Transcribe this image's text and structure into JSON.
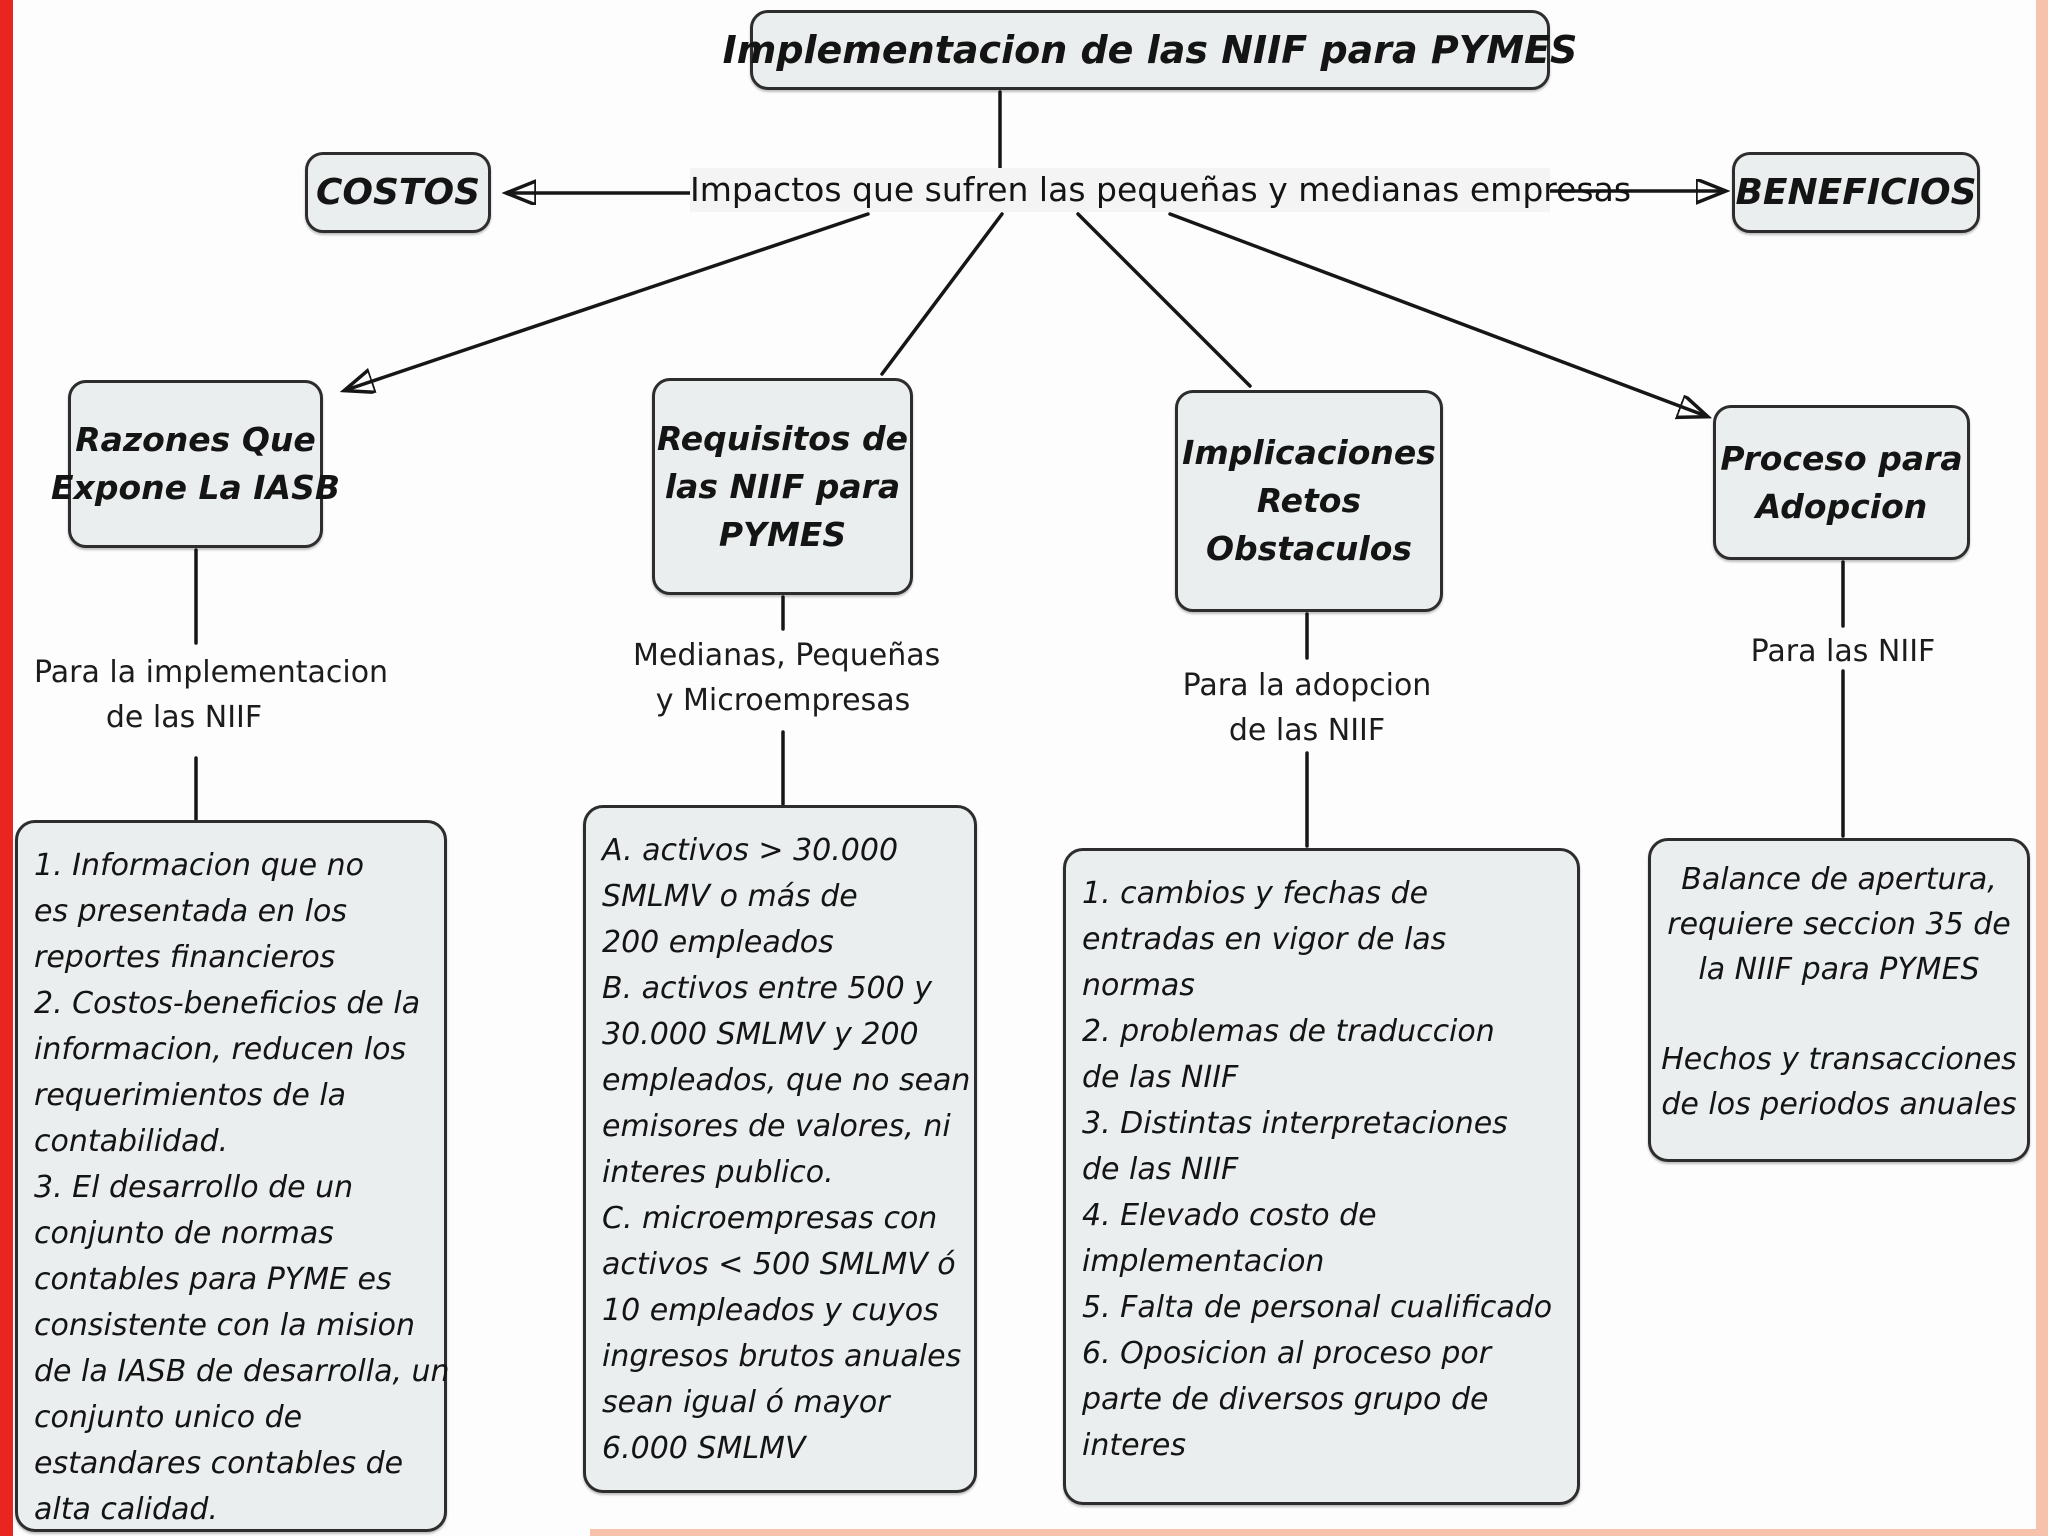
{
  "colors": {
    "left_strip": "#e8251f",
    "right_strip": "#f6c2ab",
    "node_fill": "#eaeeee",
    "node_border": "#2d2d2d",
    "text": "#141414"
  },
  "title": {
    "label": "Implementacion de las NIIF para PYMES"
  },
  "impact_phrase": {
    "label": "Impactos que sufren las pequeñas y medianas empresas"
  },
  "costos": {
    "label": "COSTOS"
  },
  "beneficios": {
    "label": "BENEFICIOS"
  },
  "branches": [
    {
      "id": "razones",
      "header": "Razones Que\nExpone La IASB",
      "subtitle": "Para la implementacion\nde las NIIF",
      "detail": "1. Informacion que no\nes presentada en los\nreportes financieros\n2. Costos-beneficios de la\ninformacion, reducen los\nrequerimientos de la\ncontabilidad.\n3. El desarrollo de un\nconjunto de normas\ncontables para PYME es\nconsistente con la mision\nde la IASB de desarrolla, un\nconjunto unico de\nestandares contables de\nalta calidad."
    },
    {
      "id": "requisitos",
      "header": "Requisitos de\nlas NIIF para\nPYMES",
      "subtitle": "Medianas, Pequeñas\ny Microempresas",
      "detail": "A. activos > 30.000\nSMLMV o más de\n200 empleados\nB. activos entre 500 y\n30.000 SMLMV y 200\nempleados, que no sean\nemisores de valores, ni\ninteres publico.\nC. microempresas con\nactivos < 500 SMLMV ó\n10 empleados y cuyos\ningresos brutos anuales\nsean igual ó mayor\n6.000 SMLMV"
    },
    {
      "id": "implicaciones",
      "header": "Implicaciones\nRetos\nObstaculos",
      "subtitle": "Para la adopcion\nde las NIIF",
      "detail": "1. cambios y fechas de\nentradas en vigor de las\nnormas\n2. problemas de traduccion\nde las NIIF\n3. Distintas interpretaciones\nde las NIIF\n4. Elevado costo de\nimplementacion\n5. Falta de personal cualificado\n6. Oposicion al proceso por\nparte de diversos grupo de\ninteres"
    },
    {
      "id": "proceso",
      "header": "Proceso para\nAdopcion",
      "subtitle": "Para las NIIF",
      "detail": "Balance de apertura,\nrequiere seccion 35 de\nla NIIF para PYMES\n\nHechos y transacciones\nde los periodos anuales"
    }
  ]
}
